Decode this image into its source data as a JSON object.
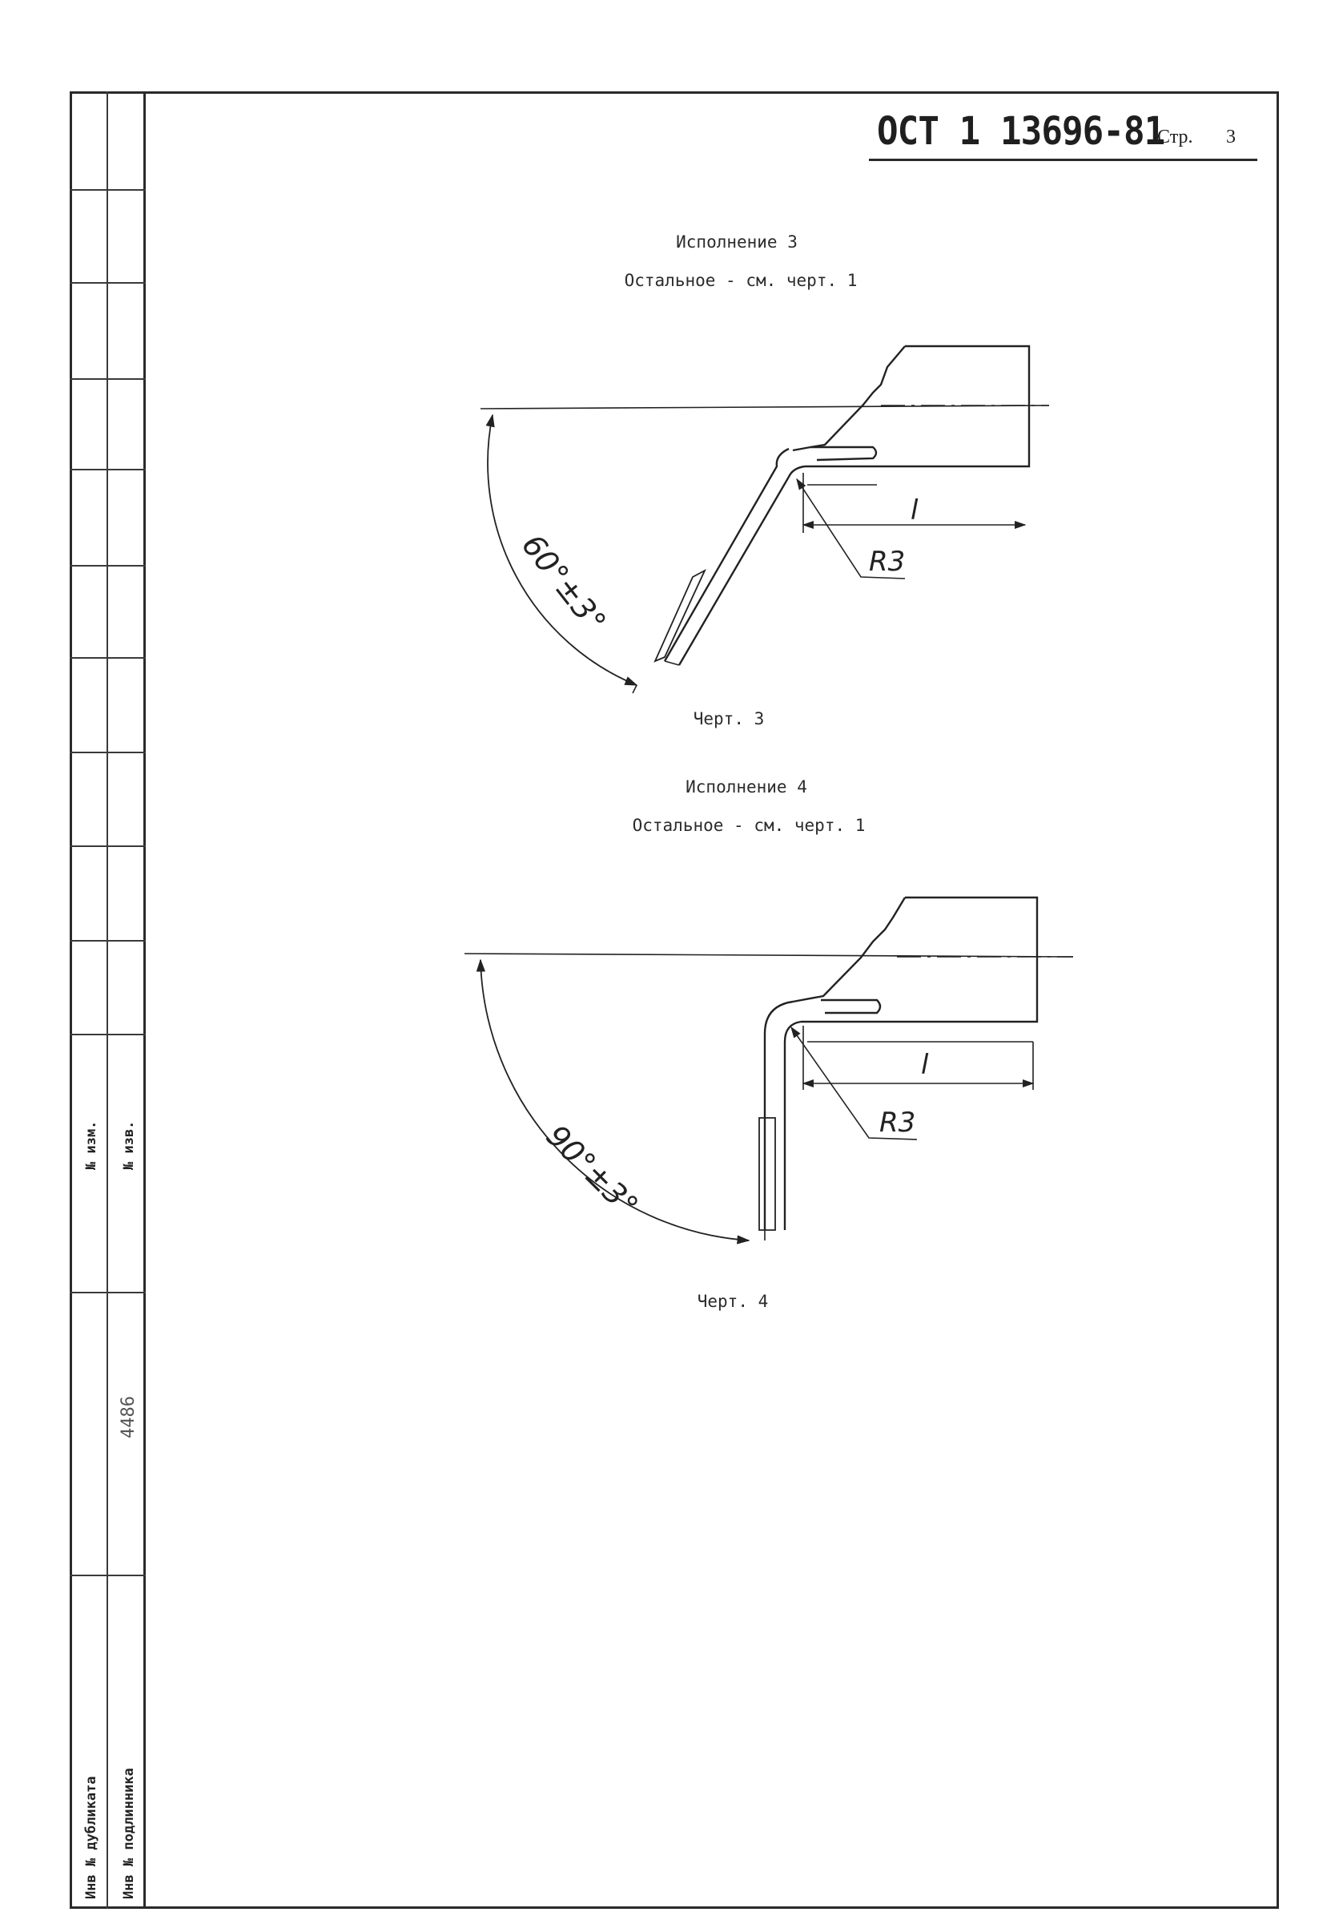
{
  "header": {
    "doc_code": "ОСТ 1 13696-81",
    "page_label": "Стр.",
    "page_number": "3"
  },
  "sidebar": {
    "izm_label": "№ изм.",
    "izv_label": "№ изв.",
    "inv_number": "4486",
    "duplicate_label": "Инв № дубликата",
    "original_label": "Инв № подлинника"
  },
  "variant3": {
    "title": "Исполнение 3",
    "note": "Остальное - см. черт. 1",
    "angle": "60°±3°",
    "radius": "R3",
    "length": "l",
    "caption": "Черт. 3"
  },
  "variant4": {
    "title": "Исполнение 4",
    "note": "Остальное - см. черт. 1",
    "angle": "90°±3°",
    "radius": "R3",
    "length": "l",
    "caption": "Черт. 4"
  }
}
